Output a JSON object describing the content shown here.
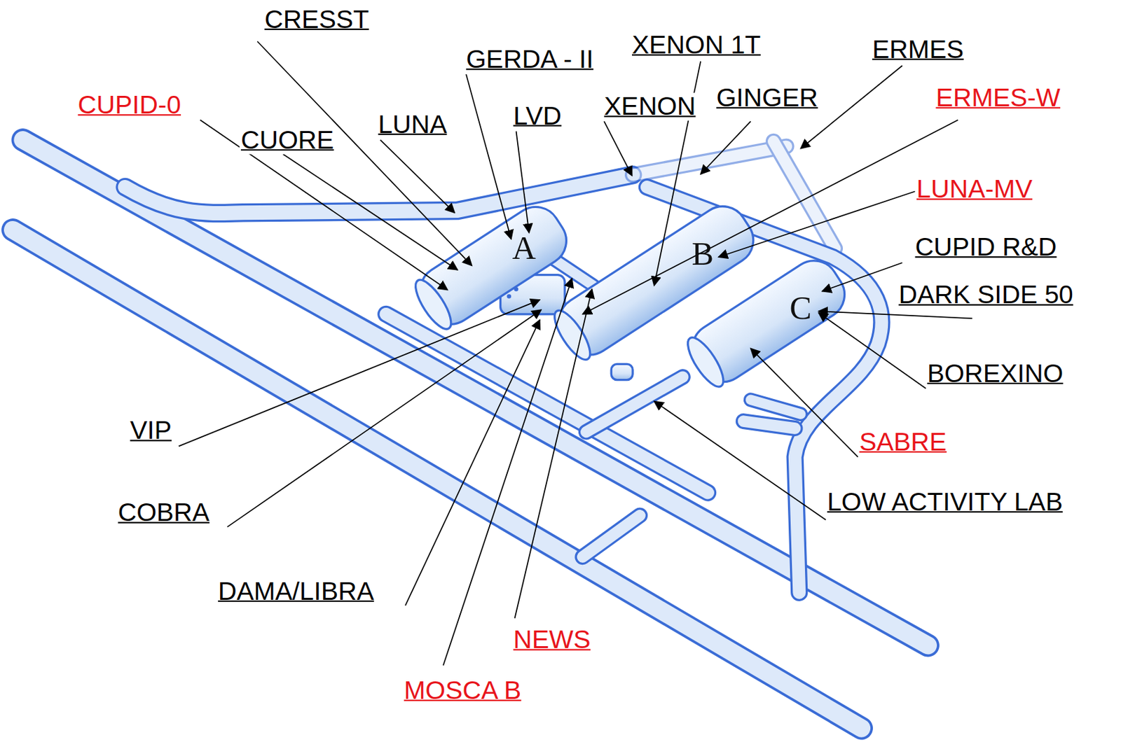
{
  "diagram": {
    "nodes": [
      {
        "text": [
          "A"
        ]
      },
      {
        "text": [
          "B"
        ]
      },
      {
        "text": [
          "C"
        ]
      }
    ],
    "labels": [
      "CRESST",
      "XENON 1T",
      "GERDA - II",
      "ERMES",
      "XENON",
      "GINGER",
      "CUPID-0",
      "LUNA",
      "ERMES-W",
      "LVD",
      "CUORE",
      "LUNA-MV",
      "CUPID R&D",
      "DARK SIDE 50",
      "BOREXINO",
      "VIP",
      "SABRE",
      "LOW ACTIVITY LAB",
      "COBRA",
      "DAMA/LIBRA",
      "NEWS",
      "MOSCA B"
    ]
  }
}
